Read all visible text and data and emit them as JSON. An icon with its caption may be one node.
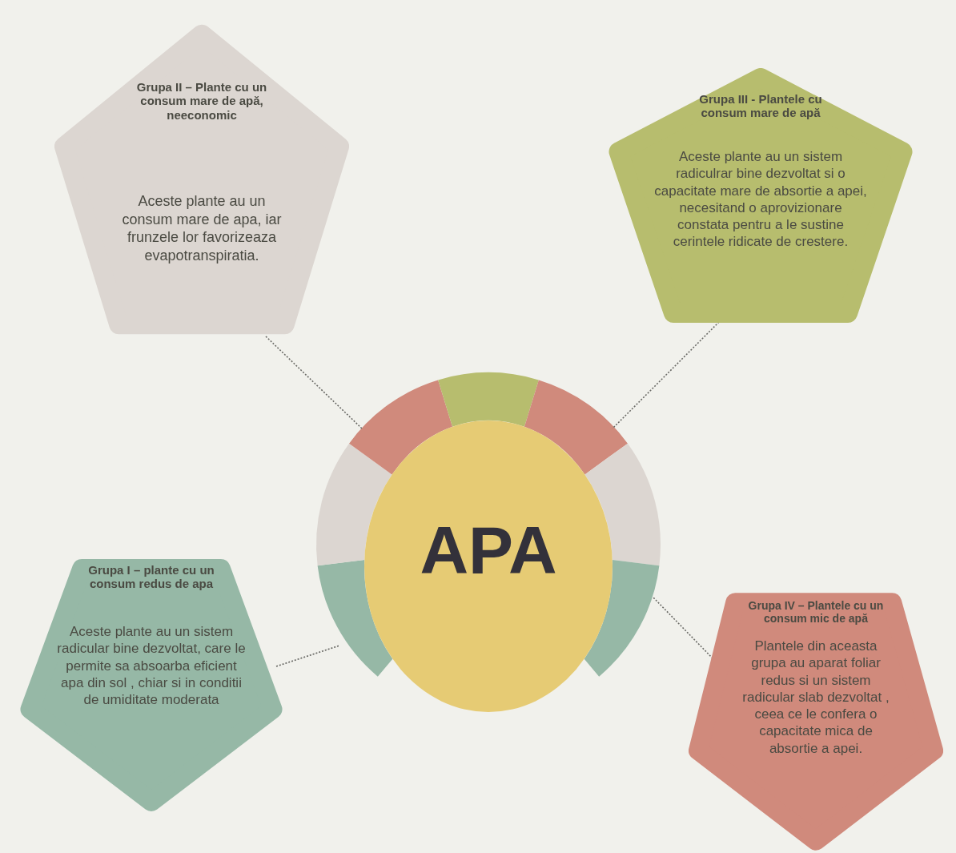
{
  "diagram": {
    "nodes": [
      {
        "text": [
          "Grupa II – Plante cu un consum mare de apă, neeconomic",
          "Aceste plante au un consum mare de apa, iar frunzele lor favorizeaza evapotranspiratia."
        ]
      },
      {
        "text": [
          "Grupa III - Plantele cu consum mare de apă",
          "Aceste plante au un sistem radiculrar bine dezvoltat si o capacitate mare de absortie a apei, necesitand o aprovizionare constata pentru a le sustine cerintele ridicate de crestere."
        ]
      },
      {
        "text": [
          "APA"
        ]
      },
      {
        "text": [
          "Grupa I – plante cu un consum redus de apa",
          "Aceste plante au un sistem radicular bine dezvoltat, care le permite sa absoarba eficient apa din sol , chiar si in conditii de umiditate moderata"
        ]
      },
      {
        "text": [
          "Grupa IV – Plantele cu un consum mic de apă",
          "Plantele din aceasta grupa au aparat foliar redus si un sistem radicular slab dezvoltat , ceea ce le confera o capacitate mica de absortie a apei."
        ]
      },
      {
        "text": [],
        "shape": "arc"
      },
      {
        "text": [],
        "shape": "arc"
      },
      {
        "text": [],
        "shape": "arc"
      },
      {
        "text": [],
        "shape": "arc"
      },
      {
        "text": [],
        "shape": "arc"
      },
      {
        "text": [],
        "shape": "arc"
      },
      {
        "text": [],
        "shape": "arc"
      }
    ],
    "edges": [
      {
        "from": 0,
        "to": 7,
        "arrow": "none",
        "style": "dashed"
      },
      {
        "from": 1,
        "to": 9,
        "arrow": "none",
        "style": "dashed"
      },
      {
        "from": 3,
        "to": 5,
        "arrow": "none",
        "style": "dashed"
      },
      {
        "from": 4,
        "to": 11,
        "arrow": "none",
        "style": "dashed"
      }
    ]
  }
}
